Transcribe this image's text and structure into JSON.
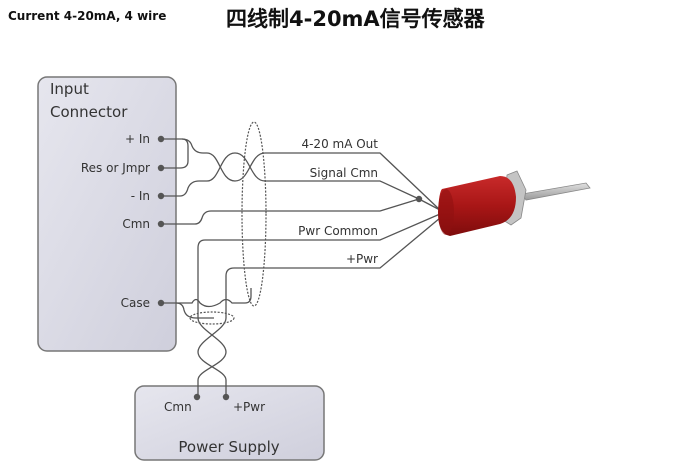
{
  "title": {
    "english": "Current 4-20mA, 4 wire",
    "chinese": "四线制4-20mA信号传感器"
  },
  "input_connector": {
    "title_line1": "Input",
    "title_line2": "Connector",
    "pins": [
      "+ In",
      "Res or Jmpr",
      "- In",
      "Cmn",
      "Case"
    ]
  },
  "sensor_wires": [
    "4-20 mA Out",
    "Signal Cmn",
    "Pwr Common",
    "+Pwr"
  ],
  "power_supply": {
    "title": "Power Supply",
    "pins": [
      "Cmn",
      "+Pwr"
    ]
  },
  "colors": {
    "box_fill": "#d9d9e3",
    "box_stroke": "#6a6a6a",
    "wire": "#555555",
    "sensor_red": "#b01818",
    "shaft_grey": "#b8b8b8"
  }
}
